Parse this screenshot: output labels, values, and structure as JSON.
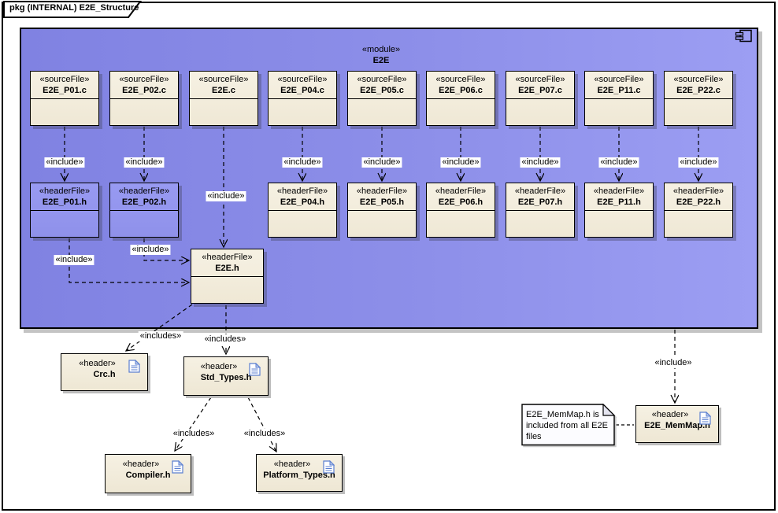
{
  "frame": {
    "tab": "pkg (INTERNAL) E2E_Structure"
  },
  "labels": {
    "include": "«include»",
    "includes": "«includes»"
  },
  "module": {
    "stereotype": "«module»",
    "name": "E2E",
    "source_files": [
      {
        "stereotype": "«sourceFile»",
        "name": "E2E_P01.c"
      },
      {
        "stereotype": "«sourceFile»",
        "name": "E2E_P02.c"
      },
      {
        "stereotype": "«sourceFile»",
        "name": "E2E.c"
      },
      {
        "stereotype": "«sourceFile»",
        "name": "E2E_P04.c"
      },
      {
        "stereotype": "«sourceFile»",
        "name": "E2E_P05.c"
      },
      {
        "stereotype": "«sourceFile»",
        "name": "E2E_P06.c"
      },
      {
        "stereotype": "«sourceFile»",
        "name": "E2E_P07.c"
      },
      {
        "stereotype": "«sourceFile»",
        "name": "E2E_P11.c"
      },
      {
        "stereotype": "«sourceFile»",
        "name": "E2E_P22.c"
      }
    ],
    "header_files": [
      {
        "stereotype": "«headerFile»",
        "name": "E2E_P01.h"
      },
      {
        "stereotype": "«headerFile»",
        "name": "E2E_P02.h"
      },
      {
        "stereotype": "«headerFile»",
        "name": "E2E_P04.h"
      },
      {
        "stereotype": "«headerFile»",
        "name": "E2E_P05.h"
      },
      {
        "stereotype": "«headerFile»",
        "name": "E2E_P06.h"
      },
      {
        "stereotype": "«headerFile»",
        "name": "E2E_P07.h"
      },
      {
        "stereotype": "«headerFile»",
        "name": "E2E_P11.h"
      },
      {
        "stereotype": "«headerFile»",
        "name": "E2E_P22.h"
      }
    ],
    "e2e_header": {
      "stereotype": "«headerFile»",
      "name": "E2E.h"
    }
  },
  "external": {
    "crc": {
      "stereotype": "«header»",
      "name": "Crc.h"
    },
    "std_types": {
      "stereotype": "«header»",
      "name": "Std_Types.h"
    },
    "compiler": {
      "stereotype": "«header»",
      "name": "Compiler.h"
    },
    "platform_types": {
      "stereotype": "«header»",
      "name": "Platform_Types.h"
    },
    "memmap": {
      "stereotype": "«header»",
      "name": "E2E_MemMap.h"
    }
  },
  "note": {
    "text": "E2E_MemMap.h is\nincluded from all E2E\nfiles"
  },
  "colors": {
    "module_fill_left": "#8082e2",
    "module_fill_right": "#9c9ef3",
    "file_box_fill": "#f3eedf",
    "blue_header_fill": "#9396ee",
    "note_fill": "#fcfcff",
    "shadow": "#c4c4c4",
    "connector": "#000000",
    "doc_icon_blue": "#5b7fd0"
  }
}
